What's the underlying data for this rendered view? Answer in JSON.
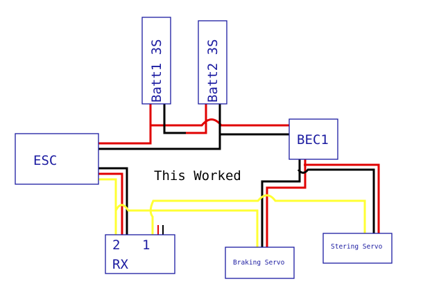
{
  "title_note": "This Worked",
  "components": {
    "batt1": "Batt1 3S",
    "batt2": "Batt2 3S",
    "esc": "ESC",
    "bec": "BEC1",
    "rx": "RX",
    "rx_channel_2": "2",
    "rx_channel_1": "1",
    "braking_servo": "Braking Servo",
    "steering_servo": "Stering Servo"
  },
  "colors": {
    "positive": "#e00000",
    "ground": "#000000",
    "signal": "#ffff33",
    "outline": "#1a1aa0"
  }
}
